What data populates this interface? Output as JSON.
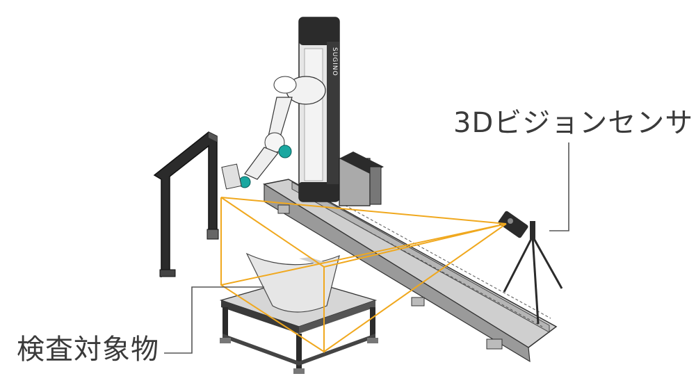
{
  "labels": {
    "sensor": "3Dビジョンセンサ",
    "object": "検査対象物"
  },
  "brand": {
    "column_logo": "SUGINO"
  },
  "colors": {
    "fov_lines": "#f0a81e",
    "leader_lines": "#555555",
    "steel_dark": "#2b2b2b",
    "steel_light": "#d9d9d9",
    "accent_teal": "#1aa7a0"
  }
}
